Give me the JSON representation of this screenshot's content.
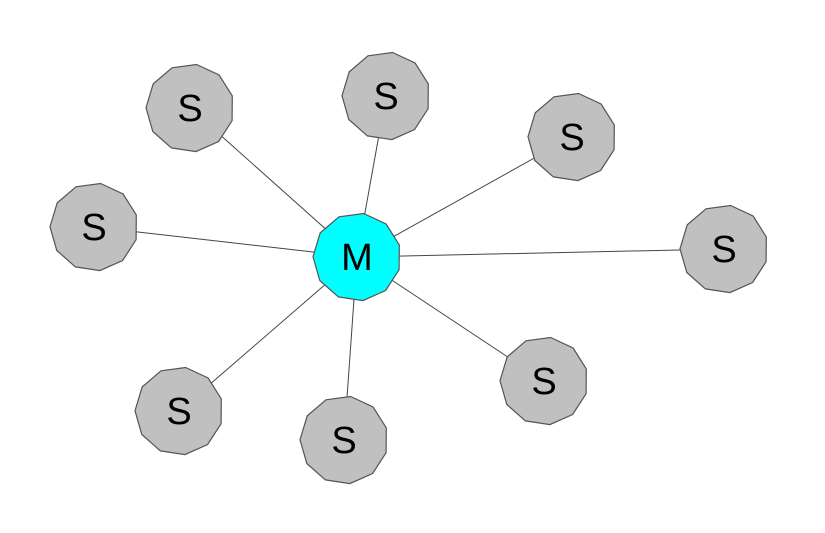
{
  "diagram": {
    "type": "star-topology",
    "center": {
      "label": "M",
      "color": "#00ffff"
    },
    "satellite_color": "#c0c0c0",
    "satellites": [
      {
        "label": "S"
      },
      {
        "label": "S"
      },
      {
        "label": "S"
      },
      {
        "label": "S"
      },
      {
        "label": "S"
      },
      {
        "label": "S"
      },
      {
        "label": "S"
      },
      {
        "label": "S"
      }
    ]
  }
}
